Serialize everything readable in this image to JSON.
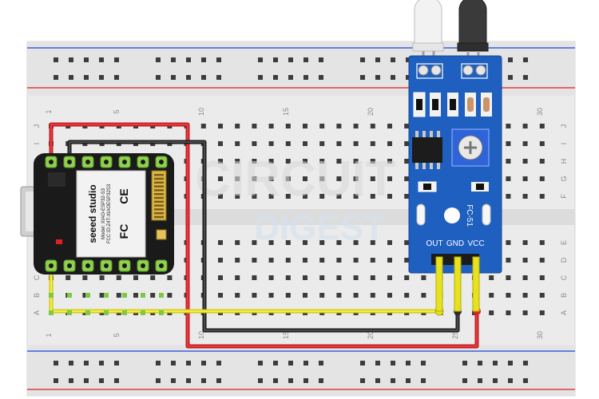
{
  "breadboard": {
    "column_labels": [
      "1",
      "5",
      "10",
      "15",
      "20",
      "25",
      "30"
    ],
    "row_labels_top": [
      "J",
      "I",
      "H",
      "G",
      "F"
    ],
    "row_labels_bottom": [
      "E",
      "D",
      "C",
      "B",
      "A"
    ],
    "watermark_line1": "CIRCUIT",
    "watermark_line2": "DIGEST"
  },
  "xiao": {
    "brand": "seeed studio",
    "model": "Model: XIAO-ESP32-S3",
    "fcc_id": "FCC ID:Z4T-XIAOESP32S3",
    "ce_mark": "CE",
    "fc_mark": "FC"
  },
  "ir_module": {
    "name": "FC-51",
    "pin_labels": [
      "OUT",
      "GND",
      "VCC"
    ]
  },
  "colors": {
    "wire_vcc": "#d9262b",
    "wire_gnd": "#2b2b2b",
    "wire_out": "#e7e21c",
    "module_pcb": "#1f5fbf",
    "xiao_pcb": "#1a1a1a",
    "rail_red": "#e33b3b",
    "rail_blue": "#3d5fe0"
  }
}
